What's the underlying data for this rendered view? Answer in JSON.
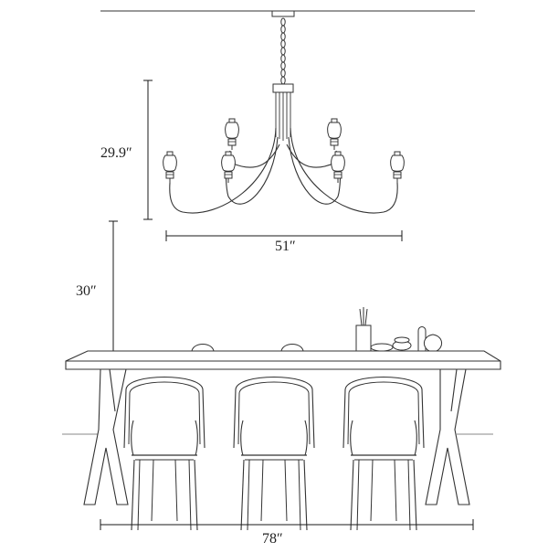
{
  "dimensions": {
    "chandelier_height": "29.9″",
    "chandelier_width": "51″",
    "hanging_distance": "30″",
    "table_length": "78″"
  },
  "colors": {
    "line": "#333333",
    "dimension_line": "#1a1a1a",
    "background": "#ffffff"
  }
}
